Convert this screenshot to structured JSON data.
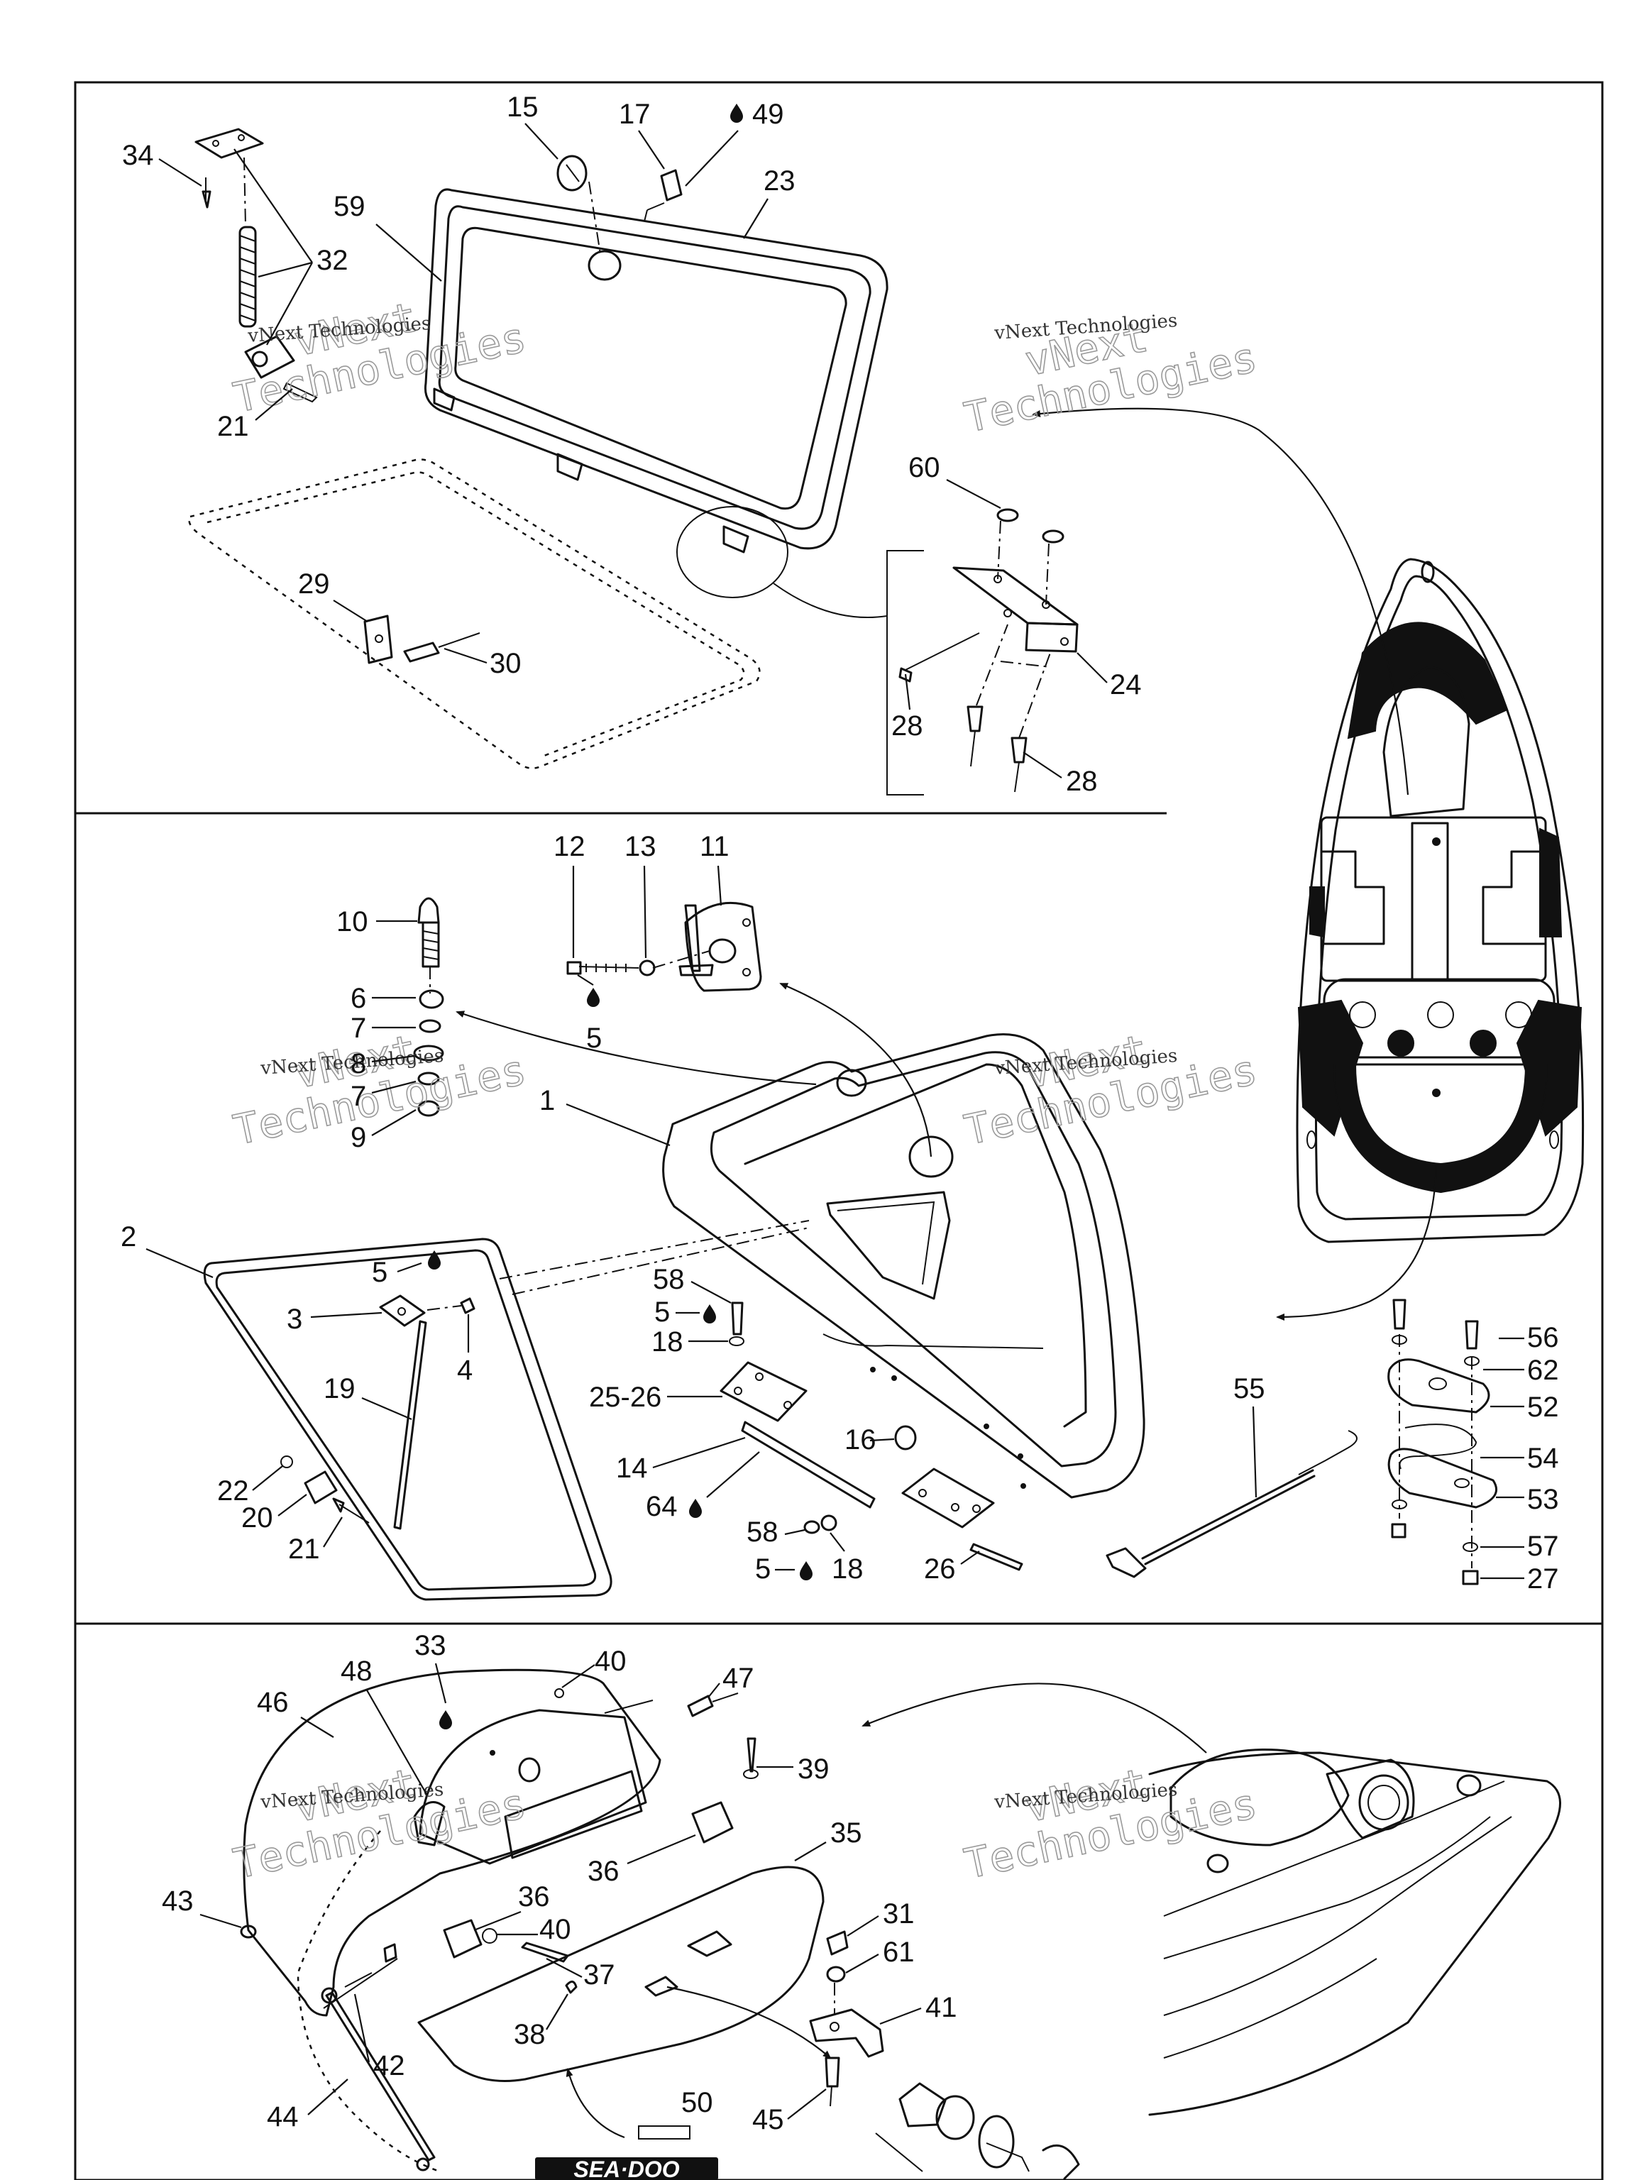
{
  "watermark": {
    "line1": "vNext",
    "line2": "Technologies",
    "small": "vNext Technologies"
  },
  "callouts": {
    "c1": "1",
    "c2": "2",
    "c3": "3",
    "c4": "4",
    "c5": "5",
    "c6": "6",
    "c7": "7",
    "c8": "8",
    "c9": "9",
    "c10": "10",
    "c11": "11",
    "c12": "12",
    "c13": "13",
    "c14": "14",
    "c15": "15",
    "c16": "16",
    "c17": "17",
    "c18": "18",
    "c19": "19",
    "c20": "20",
    "c21": "21",
    "c22": "22",
    "c23": "23",
    "c24": "24",
    "c25_26": "25-26",
    "c26": "26",
    "c27": "27",
    "c28": "28",
    "c29": "29",
    "c30": "30",
    "c31": "31",
    "c32": "32",
    "c33": "33",
    "c34": "34",
    "c35": "35",
    "c36": "36",
    "c37": "37",
    "c38": "38",
    "c39": "39",
    "c40": "40",
    "c41": "41",
    "c42": "42",
    "c43": "43",
    "c44": "44",
    "c45": "45",
    "c46": "46",
    "c47": "47",
    "c48": "48",
    "c49": "49",
    "c50": "50",
    "c52": "52",
    "c53": "53",
    "c54": "54",
    "c55": "55",
    "c56": "56",
    "c57": "57",
    "c58": "58",
    "c59": "59",
    "c60": "60",
    "c61": "61",
    "c62": "62",
    "c64": "64"
  },
  "logo": {
    "text": "SEA·DOO"
  },
  "icons": [
    "drop-icon"
  ]
}
